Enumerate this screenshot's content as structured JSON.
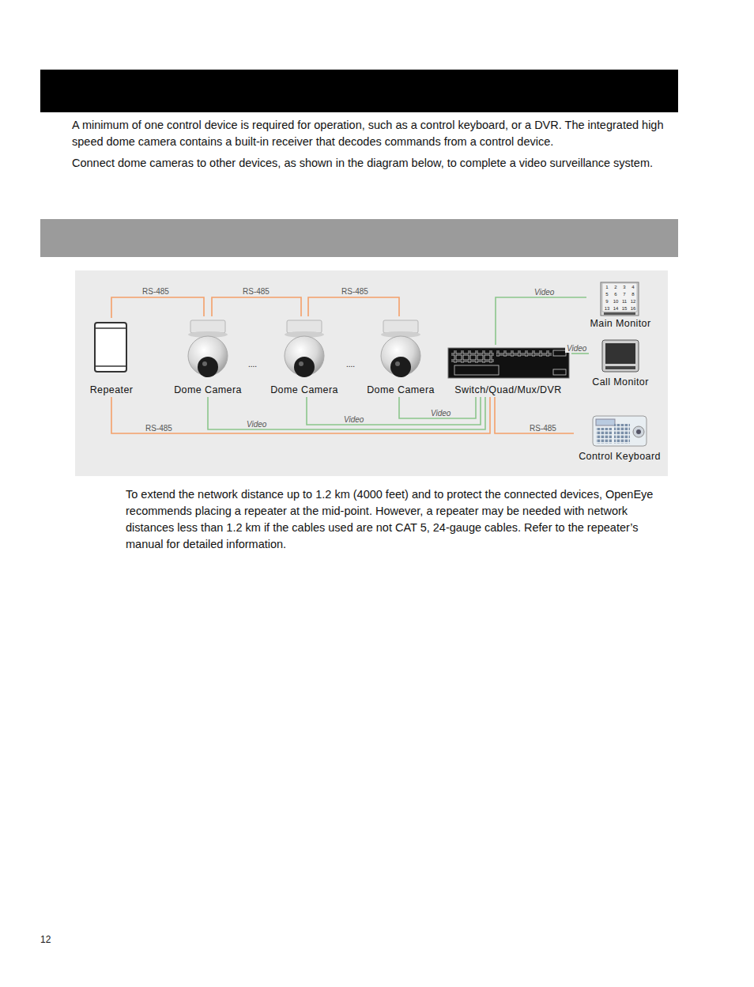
{
  "diagram": {
    "nodes": [
      {
        "text": [
          "Repeater"
        ]
      },
      {
        "text": [
          "Dome Camera"
        ]
      },
      {
        "text": [
          "Dome Camera"
        ]
      },
      {
        "text": [
          "Dome Camera"
        ]
      },
      {
        "text": [
          "Switch/Quad/Mux/DVR"
        ]
      },
      {
        "text": [
          "Main Monitor"
        ]
      },
      {
        "text": [
          "Call Monitor"
        ]
      },
      {
        "text": [
          "Control Keyboard"
        ]
      }
    ],
    "edges": [
      {
        "from": 0,
        "to": 1,
        "label": "RS-485",
        "arrow": "none"
      },
      {
        "from": 1,
        "to": 2,
        "label": "RS-485",
        "arrow": "none"
      },
      {
        "from": 2,
        "to": 3,
        "label": "RS-485",
        "arrow": "none"
      },
      {
        "from": 0,
        "to": 4,
        "label": "RS-485",
        "arrow": "none"
      },
      {
        "from": 1,
        "to": 4,
        "label": "Video",
        "arrow": "none"
      },
      {
        "from": 2,
        "to": 4,
        "label": "Video",
        "arrow": "none"
      },
      {
        "from": 3,
        "to": 4,
        "label": "Video",
        "arrow": "none"
      },
      {
        "from": 4,
        "to": 5,
        "label": "Video",
        "arrow": "none"
      },
      {
        "from": 4,
        "to": 6,
        "label": "Video",
        "arrow": "none"
      },
      {
        "from": 4,
        "to": 7,
        "label": "RS-485",
        "arrow": "none"
      }
    ],
    "labels": [
      "A minimum of one control device is required for operation, such as a control keyboard, or a DVR. The integrated high speed dome camera contains a built-in receiver that decodes commands from a control device.",
      "Connect dome cameras to other devices, as shown in the diagram below, to complete a video surveillance system.",
      "....",
      "....",
      "To extend the network distance up to 1.2 km (4000 feet) and to protect the connected devices, OpenEye recommends placing a repeater at the mid-point. However, a repeater may be needed with network distances less than 1.2 km if the cables used are not CAT 5, 24-gauge cables. Refer to the repeater’s manual for detailed information.",
      "12",
      "1",
      "2",
      "3",
      "4",
      "5",
      "6",
      "7",
      "8",
      "9",
      "10",
      "11",
      "12",
      "13",
      "14",
      "15",
      "16"
    ]
  }
}
